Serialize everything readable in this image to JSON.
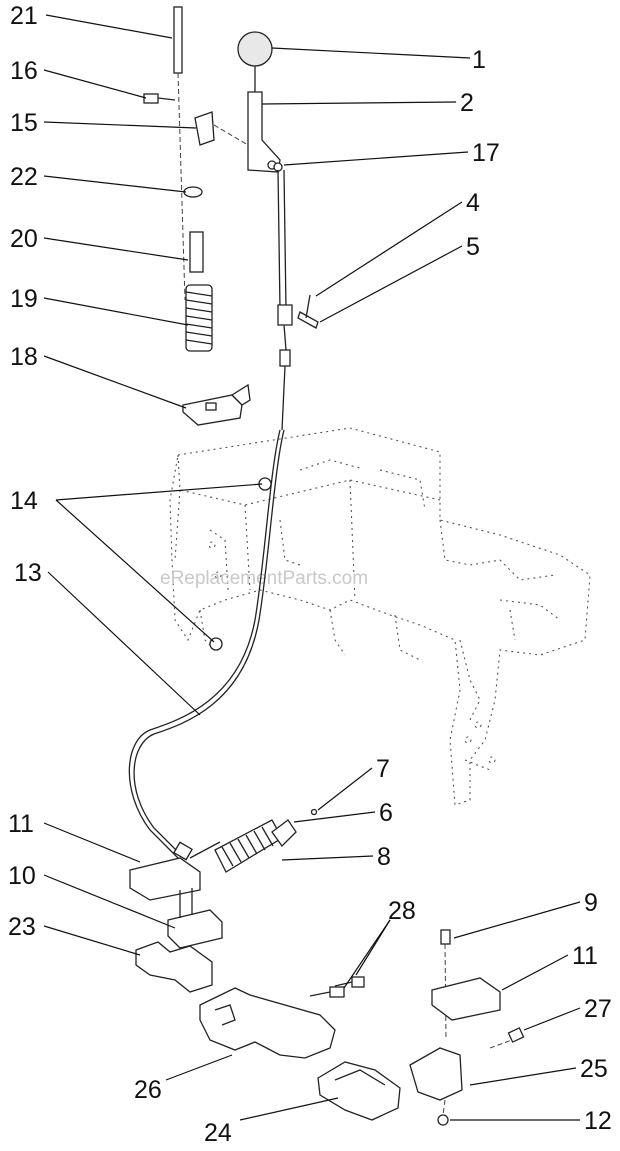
{
  "watermark": "eReplacementParts.com",
  "callouts": [
    "21",
    "16",
    "15",
    "22",
    "20",
    "19",
    "18",
    "14",
    "13",
    "11",
    "10",
    "23",
    "1",
    "2",
    "17",
    "4",
    "5",
    "7",
    "6",
    "8",
    "9",
    "28",
    "11",
    "27",
    "25",
    "26",
    "24",
    "12"
  ]
}
